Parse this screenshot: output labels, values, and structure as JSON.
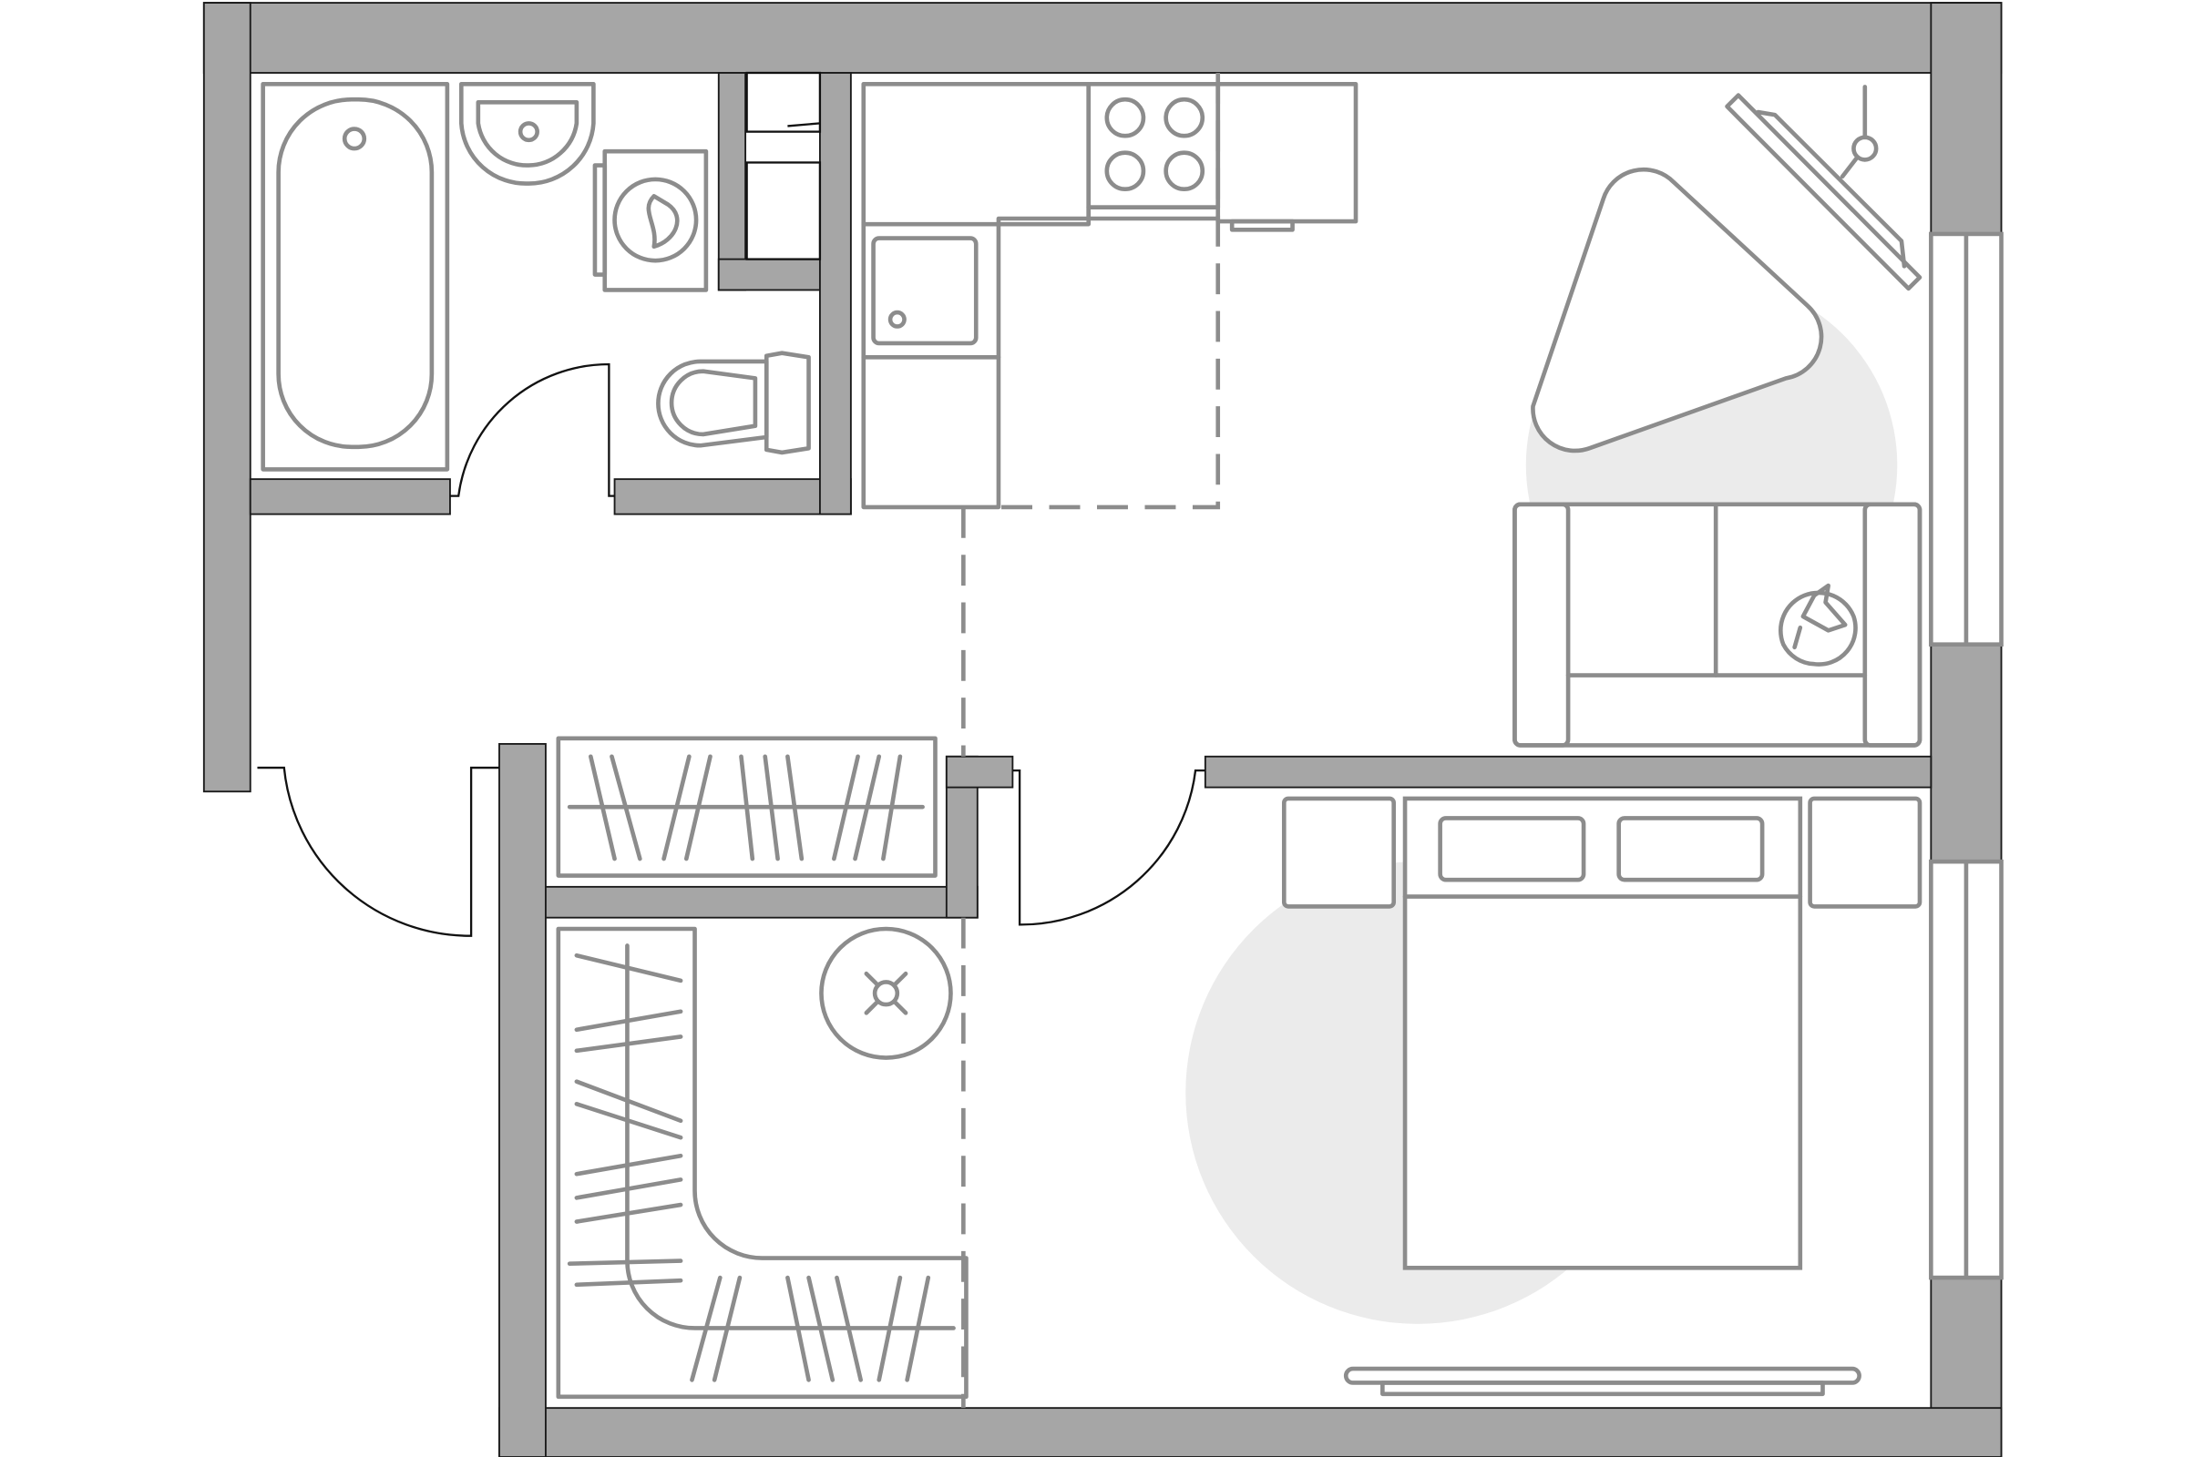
{
  "plan": {
    "colors": {
      "wall": "#a6a6a6",
      "furniture": "#8c8c8c",
      "rug": "#ebebeb",
      "door": "#111111"
    },
    "rooms": [
      "bathroom",
      "kitchen-living",
      "hallway",
      "wardrobe",
      "bedroom"
    ]
  }
}
